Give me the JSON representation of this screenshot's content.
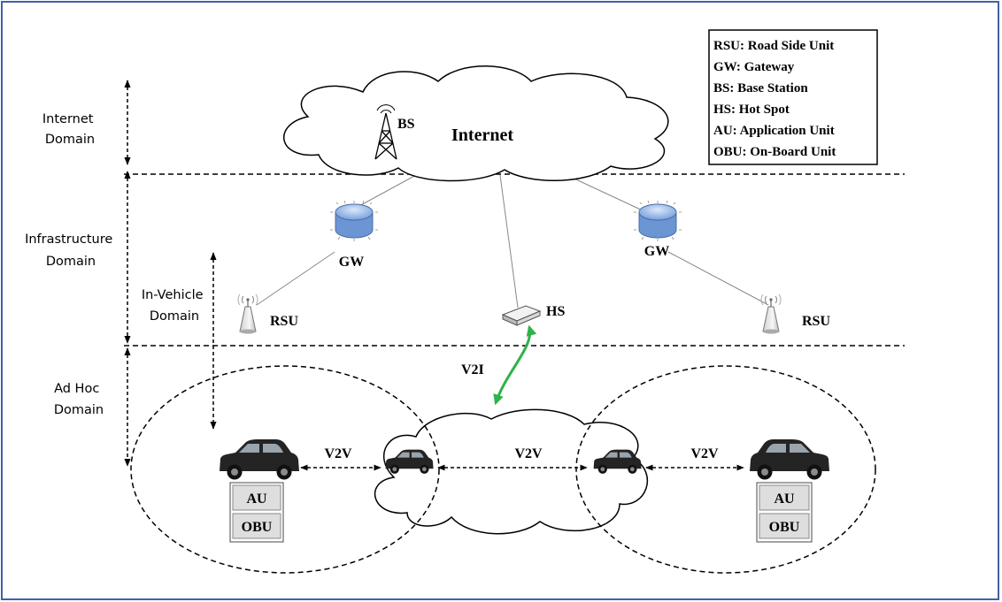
{
  "legend": [
    "RSU: Road Side Unit",
    "GW: Gateway",
    "BS: Base Station",
    "HS: Hot Spot",
    "AU: Application Unit",
    "OBU: On-Board Unit"
  ],
  "domains": {
    "internet": [
      "Internet",
      "Domain"
    ],
    "infrastructure": [
      "Infrastructure",
      "Domain"
    ],
    "in_vehicle": [
      "In-Vehicle",
      "Domain"
    ],
    "ad_hoc": [
      "Ad Hoc",
      "Domain"
    ]
  },
  "nodes": {
    "internet": "Internet",
    "bs": "BS",
    "gw_left": "GW",
    "gw_right": "GW",
    "rsu_left": "RSU",
    "rsu_right": "RSU",
    "hs": "HS"
  },
  "links": {
    "v2i": "V2I",
    "v2v_left": "V2V",
    "v2v_center": "V2V",
    "v2v_right": "V2V"
  },
  "units_left": {
    "au": "AU",
    "obu": "OBU"
  },
  "units_right": {
    "au": "AU",
    "obu": "OBU"
  },
  "colors": {
    "frame": "#3f63a3",
    "v2i_link": "#2fb24a",
    "router": "#8fb2e6"
  }
}
